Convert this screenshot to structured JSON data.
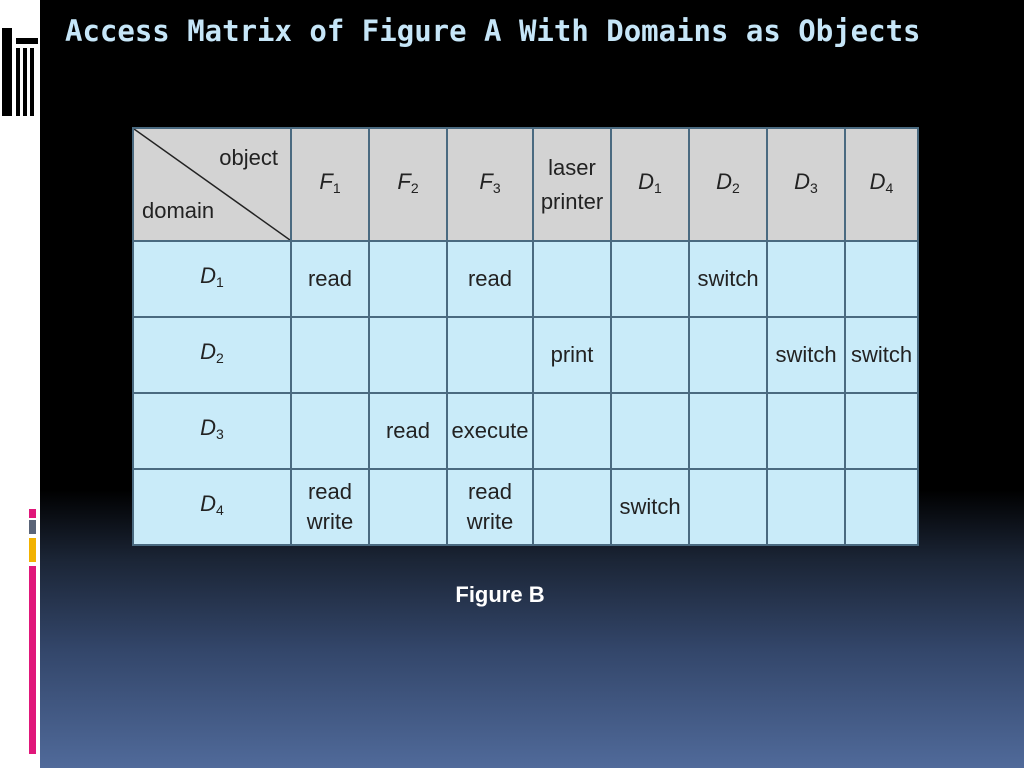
{
  "slide": {
    "title": "Access Matrix of Figure A With Domains as Objects",
    "caption": "Figure B"
  },
  "matrix": {
    "corner_object": "object",
    "corner_domain": "domain",
    "columns": [
      {
        "main": "F",
        "sub": "1"
      },
      {
        "main": "F",
        "sub": "2"
      },
      {
        "main": "F",
        "sub": "3"
      },
      {
        "text": "laser printer"
      },
      {
        "main": "D",
        "sub": "1"
      },
      {
        "main": "D",
        "sub": "2"
      },
      {
        "main": "D",
        "sub": "3"
      },
      {
        "main": "D",
        "sub": "4"
      }
    ],
    "rows": [
      {
        "main": "D",
        "sub": "1",
        "cells": [
          [
            "read"
          ],
          [],
          [
            "read"
          ],
          [],
          [],
          [
            "switch"
          ],
          [],
          []
        ]
      },
      {
        "main": "D",
        "sub": "2",
        "cells": [
          [],
          [],
          [],
          [
            "print"
          ],
          [],
          [],
          [
            "switch"
          ],
          [
            "switch"
          ]
        ]
      },
      {
        "main": "D",
        "sub": "3",
        "cells": [
          [],
          [
            "read"
          ],
          [
            "execute"
          ],
          [],
          [],
          [],
          [],
          []
        ]
      },
      {
        "main": "D",
        "sub": "4",
        "cells": [
          [
            "read",
            "write"
          ],
          [],
          [
            "read",
            "write"
          ],
          [],
          [
            "switch"
          ],
          [],
          [],
          []
        ]
      }
    ]
  }
}
